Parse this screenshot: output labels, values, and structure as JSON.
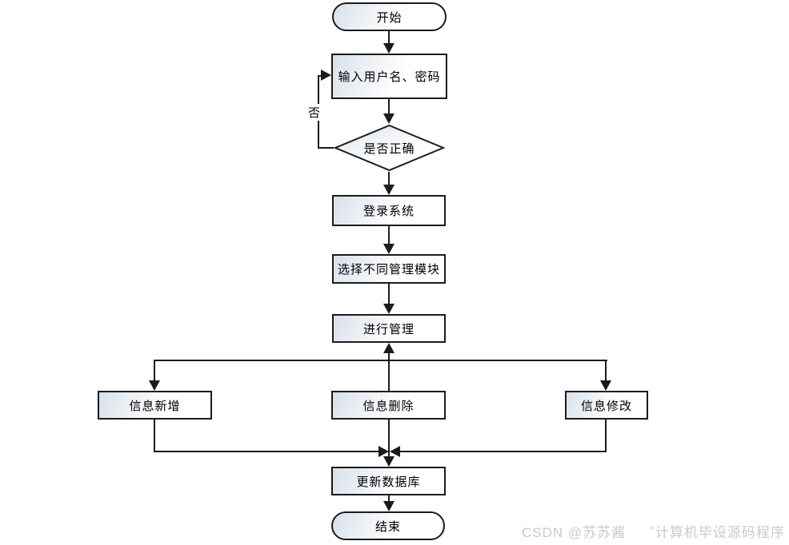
{
  "diagram": {
    "nodes": {
      "start": {
        "label": "开始",
        "shape": "stadium"
      },
      "input": {
        "label": "输入用户名、密码",
        "shape": "rect"
      },
      "decision": {
        "label": "是否正确",
        "shape": "diamond"
      },
      "login": {
        "label": "登录系统",
        "shape": "rect"
      },
      "select_module": {
        "label": "选择不同管理模块",
        "shape": "rect"
      },
      "manage": {
        "label": "进行管理",
        "shape": "rect"
      },
      "add": {
        "label": "信息新增",
        "shape": "rect"
      },
      "delete": {
        "label": "信息删除",
        "shape": "rect"
      },
      "modify": {
        "label": "信息修改",
        "shape": "rect"
      },
      "update_db": {
        "label": "更新数据库",
        "shape": "rect"
      },
      "end": {
        "label": "结束",
        "shape": "stadium"
      }
    },
    "edge_labels": {
      "no": "否"
    },
    "edges": [
      {
        "from": "start",
        "to": "input"
      },
      {
        "from": "input",
        "to": "decision"
      },
      {
        "from": "decision",
        "to": "input",
        "label": "否"
      },
      {
        "from": "decision",
        "to": "login"
      },
      {
        "from": "login",
        "to": "select_module"
      },
      {
        "from": "select_module",
        "to": "manage"
      },
      {
        "from": "manage",
        "to": "add"
      },
      {
        "from": "delete",
        "to": "manage",
        "drawn_direction": "up"
      },
      {
        "from": "manage",
        "to": "modify"
      },
      {
        "from": "add",
        "to": "update_db"
      },
      {
        "from": "delete",
        "to": "update_db"
      },
      {
        "from": "modify",
        "to": "update_db"
      },
      {
        "from": "update_db",
        "to": "end"
      }
    ],
    "colors": {
      "line": "#1b1b1b",
      "node_fill_dark": "#d7dfe9",
      "node_fill_light": "#ffffff",
      "text": "#000000"
    }
  },
  "watermark": {
    "part1": "CSDN @苏苏酱",
    "part2": "˚计算机毕设源码程序",
    "color": "#c9c9c9"
  }
}
